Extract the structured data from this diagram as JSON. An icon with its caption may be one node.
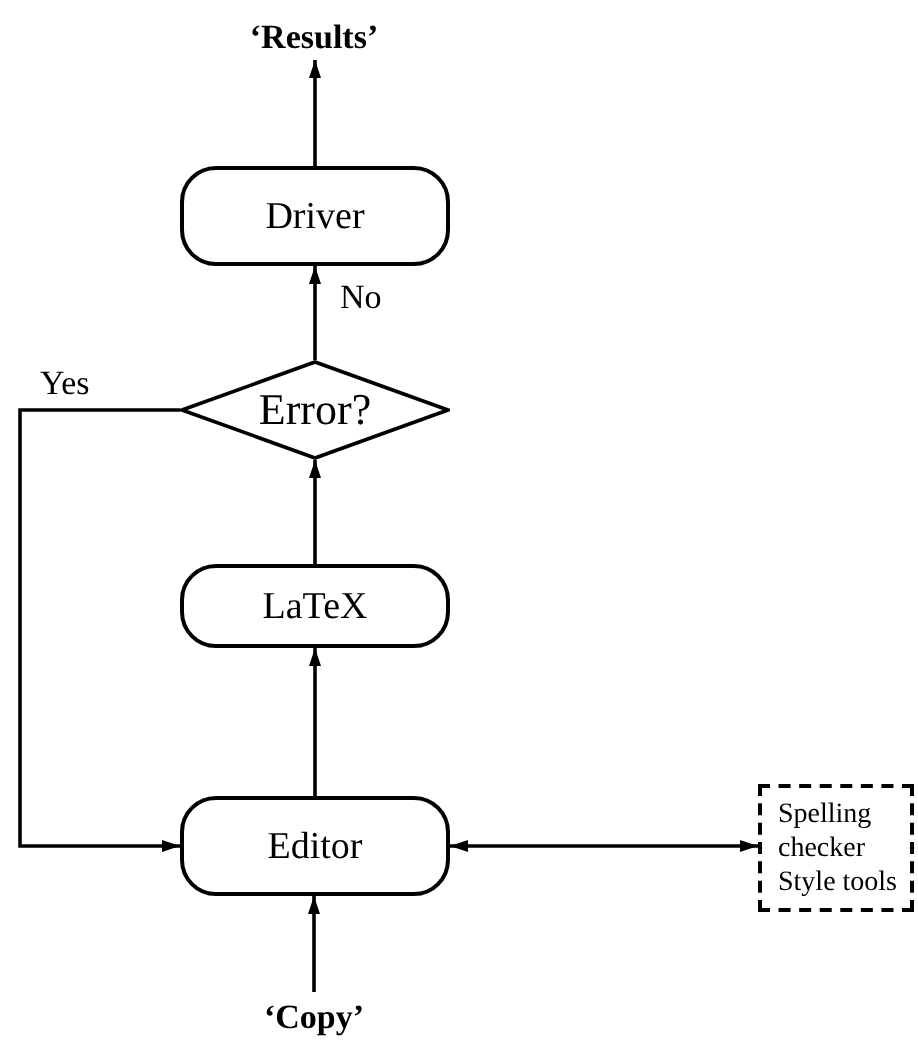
{
  "diagram": {
    "nodes": [
      {
        "text": [
          "‘Results’"
        ]
      },
      {
        "text": [
          "Driver"
        ]
      },
      {
        "text": [
          "Error?"
        ]
      },
      {
        "text": [
          "LaTeX"
        ]
      },
      {
        "text": [
          "Editor"
        ]
      },
      {
        "text": [
          "Spelling checker",
          "Style tools"
        ]
      },
      {
        "text": [
          "‘Copy’"
        ]
      }
    ],
    "edges": [
      {
        "from": 6,
        "to": 4,
        "arrow": "to"
      },
      {
        "from": 4,
        "to": 3,
        "arrow": "to"
      },
      {
        "from": 3,
        "to": 2,
        "arrow": "to"
      },
      {
        "from": 2,
        "to": 1,
        "arrow": "to",
        "label": "No"
      },
      {
        "from": 1,
        "to": 0,
        "arrow": "to"
      },
      {
        "from": 2,
        "to": 4,
        "arrow": "to",
        "label": "Yes"
      },
      {
        "from": 4,
        "to": 5,
        "arrow": "both"
      }
    ]
  }
}
